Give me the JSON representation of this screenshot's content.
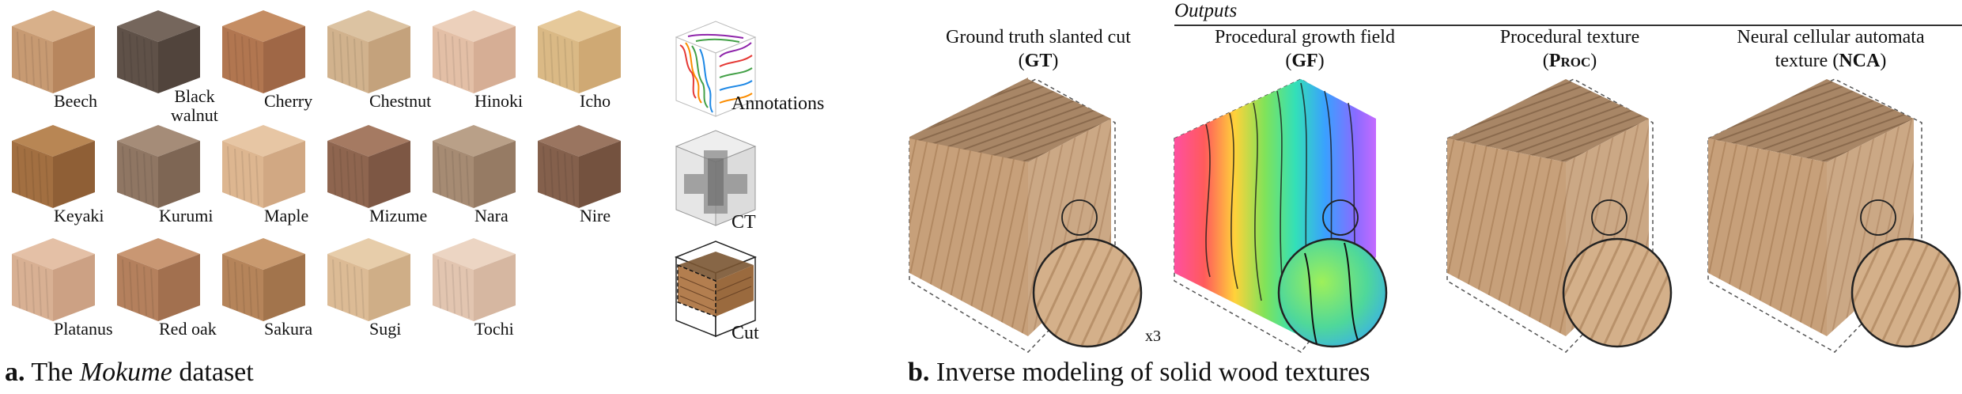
{
  "dataset": {
    "species": [
      {
        "label": "Beech",
        "top": "#d8b08a",
        "left": "#c79a72",
        "right": "#b7865e"
      },
      {
        "label": "Black walnut",
        "top": "#75665c",
        "left": "#5f5148",
        "right": "#51443c"
      },
      {
        "label": "Cherry",
        "top": "#c58d63",
        "left": "#b17650",
        "right": "#9f6746"
      },
      {
        "label": "Chestnut",
        "top": "#dcc3a2",
        "left": "#d1b28d",
        "right": "#c4a27c"
      },
      {
        "label": "Hinoki",
        "top": "#ecd0bb",
        "left": "#e3bfa6",
        "right": "#d6ae95"
      },
      {
        "label": "Icho",
        "top": "#e6c99a",
        "left": "#dab985",
        "right": "#cfa974"
      },
      {
        "label": "Keyaki",
        "top": "#b88654",
        "left": "#a26f41",
        "right": "#8f5f36"
      },
      {
        "label": "Kurumi",
        "top": "#a58c78",
        "left": "#8f7663",
        "right": "#7e6654"
      },
      {
        "label": "Maple",
        "top": "#e7c6a4",
        "left": "#ddb690",
        "right": "#d1a883"
      },
      {
        "label": "Mizume",
        "top": "#a57a62",
        "left": "#8e654f",
        "right": "#7d5744"
      },
      {
        "label": "Nara",
        "top": "#b9a088",
        "left": "#a68b73",
        "right": "#967b64"
      },
      {
        "label": "Nire",
        "top": "#9a7560",
        "left": "#84604c",
        "right": "#74523f"
      },
      {
        "label": "Platanus",
        "top": "#e4c0a6",
        "left": "#d8b093",
        "right": "#cca184"
      },
      {
        "label": "Red oak",
        "top": "#c99773",
        "left": "#b4805d",
        "right": "#a2704f"
      },
      {
        "label": "Sakura",
        "top": "#c99a6f",
        "left": "#b5845a",
        "right": "#a2744c"
      },
      {
        "label": "Sugi",
        "top": "#e7cdaa",
        "left": "#dcbb95",
        "right": "#cfae87"
      },
      {
        "label": "Tochi",
        "top": "#ecd5c3",
        "left": "#e2c5b0",
        "right": "#d6b7a1"
      }
    ],
    "side": {
      "annotations": "Annotations",
      "ct": "CT",
      "cut": "Cut"
    },
    "caption": {
      "letter": "a.",
      "text_before": "The",
      "italic": "Mokume",
      "text_after": "dataset"
    }
  },
  "outputs": {
    "header": "Outputs",
    "columns": [
      {
        "line1": "Ground truth slanted cut",
        "line2_bold": "GT",
        "kind": "gt"
      },
      {
        "line1": "Procedural growth field",
        "line2_bold": "GF",
        "kind": "gf"
      },
      {
        "line1": "Procedural texture",
        "line2_bold": "Proc",
        "kind": "proc"
      },
      {
        "line1": "Neural cellular automata",
        "line2_prefix": "texture",
        "line2_bold": "NCA",
        "kind": "nca"
      }
    ],
    "zoom_label": "x3",
    "caption": {
      "letter": "b.",
      "text": "Inverse modeling of solid wood textures"
    }
  },
  "colors": {
    "wood_top": "#a98a6c",
    "wood_left": "#c9a27d",
    "wood_right": "#b89070",
    "outline": "#444444"
  }
}
